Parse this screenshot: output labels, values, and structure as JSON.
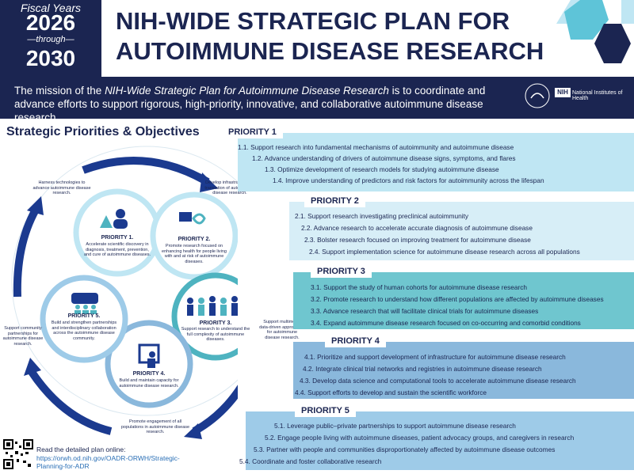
{
  "header": {
    "fy_label": "Fiscal Years",
    "fy_start": "2026",
    "fy_through": "—through—",
    "fy_end": "2030",
    "title_line1": "NIH-WIDE STRATEGIC PLAN FOR",
    "title_line2": "AUTOIMMUNE DISEASE RESEARCH",
    "mission_prefix": "The mission of the ",
    "mission_italic": "NIH-Wide Strategic Plan for Autoimmune Disease Research",
    "mission_suffix": " is to coordinate and advance efforts to support rigorous, high-priority, innovative, and collaborative autoimmune disease research.",
    "nih_badge": "NIH",
    "nih_name": "National Institutes of Health"
  },
  "left": {
    "title": "Strategic Priorities & Objectives",
    "priorities": [
      {
        "label": "PRIORITY 1.",
        "desc": "Accelerate scientific discovery in diagnosis, treatment, prevention, and cure of autoimmune diseases."
      },
      {
        "label": "PRIORITY 2.",
        "desc": "Promote research focused on enhancing health for people living with and at risk of autoimmune diseases."
      },
      {
        "label": "PRIORITY 3.",
        "desc": "Support research to understand the full complexity of autoimmune diseases."
      },
      {
        "label": "PRIORITY 4.",
        "desc": "Build and maintain capacity for autoimmune disease research."
      },
      {
        "label": "PRIORITY 5.",
        "desc": "Build and strengthen partnerships and interdisciplinary collaboration across the autoimmune disease community."
      }
    ],
    "outer": [
      "Harness technologies to advance autoimmune disease research.",
      "Develop infrastructure for translation of autoimmune disease research.",
      "Support multimodal data-driven approaches for autoimmune disease research.",
      "Promote engagement of all populations in autoimmune disease research.",
      "Support community partnerships for autoimmune disease research."
    ],
    "read_online": "Read the detailed plan online:",
    "link": "https://orwh.od.nih.gov/OADR-ORWH/Strategic-Planning-for-ADR"
  },
  "priorities": [
    {
      "head": "PRIORITY 1",
      "color": "#bfe6f3",
      "objectives": [
        "1.1. Support research into fundamental mechanisms of autoimmunity and autoimmune disease",
        "1.2. Advance understanding of drivers of autoimmune disease signs, symptoms, and flares",
        "1.3. Optimize development of research models for studying autoimmune disease",
        "1.4. Improve understanding of predictors and risk factors for autoimmunity across the lifespan"
      ]
    },
    {
      "head": "PRIORITY 2",
      "color": "#d7eef7",
      "objectives": [
        "2.1. Support research investigating preclinical autoimmunity",
        "2.2. Advance research to accelerate accurate diagnosis of autoimmune disease",
        "2.3. Bolster research focused on improving treatment for autoimmune disease",
        "2.4. Support implementation science for autoimmune disease research across all populations"
      ]
    },
    {
      "head": "PRIORITY 3",
      "color": "#6fc6cf",
      "objectives": [
        "3.1. Support the study of human cohorts for autoimmune disease research",
        "3.2. Promote research to understand how different populations are affected by autoimmune diseases",
        "3.3. Advance research that will facilitate clinical trials for autoimmune diseases",
        "3.4. Expand autoimmune disease research focused on co-occurring and comorbid conditions"
      ]
    },
    {
      "head": "PRIORITY 4",
      "color": "#8ab8dc",
      "objectives": [
        "4.1. Prioritize and support development of infrastructure for autoimmune disease research",
        "4.2. Integrate clinical trial networks and registries in autoimmune disease research",
        "4.3. Develop data science and computational tools to accelerate autoimmune disease research",
        "4.4. Support efforts to develop and sustain the scientific workforce"
      ]
    },
    {
      "head": "PRIORITY 5",
      "color": "#9ecbe8",
      "objectives": [
        "5.1. Leverage public–private partnerships to support autoimmune disease research",
        "5.2. Engage people living with autoimmune diseases, patient advocacy groups, and caregivers in research",
        "5.3. Partner with people and communities disproportionately affected by autoimmune disease outcomes",
        "5.4. Coordinate and foster collaborative research"
      ]
    }
  ]
}
